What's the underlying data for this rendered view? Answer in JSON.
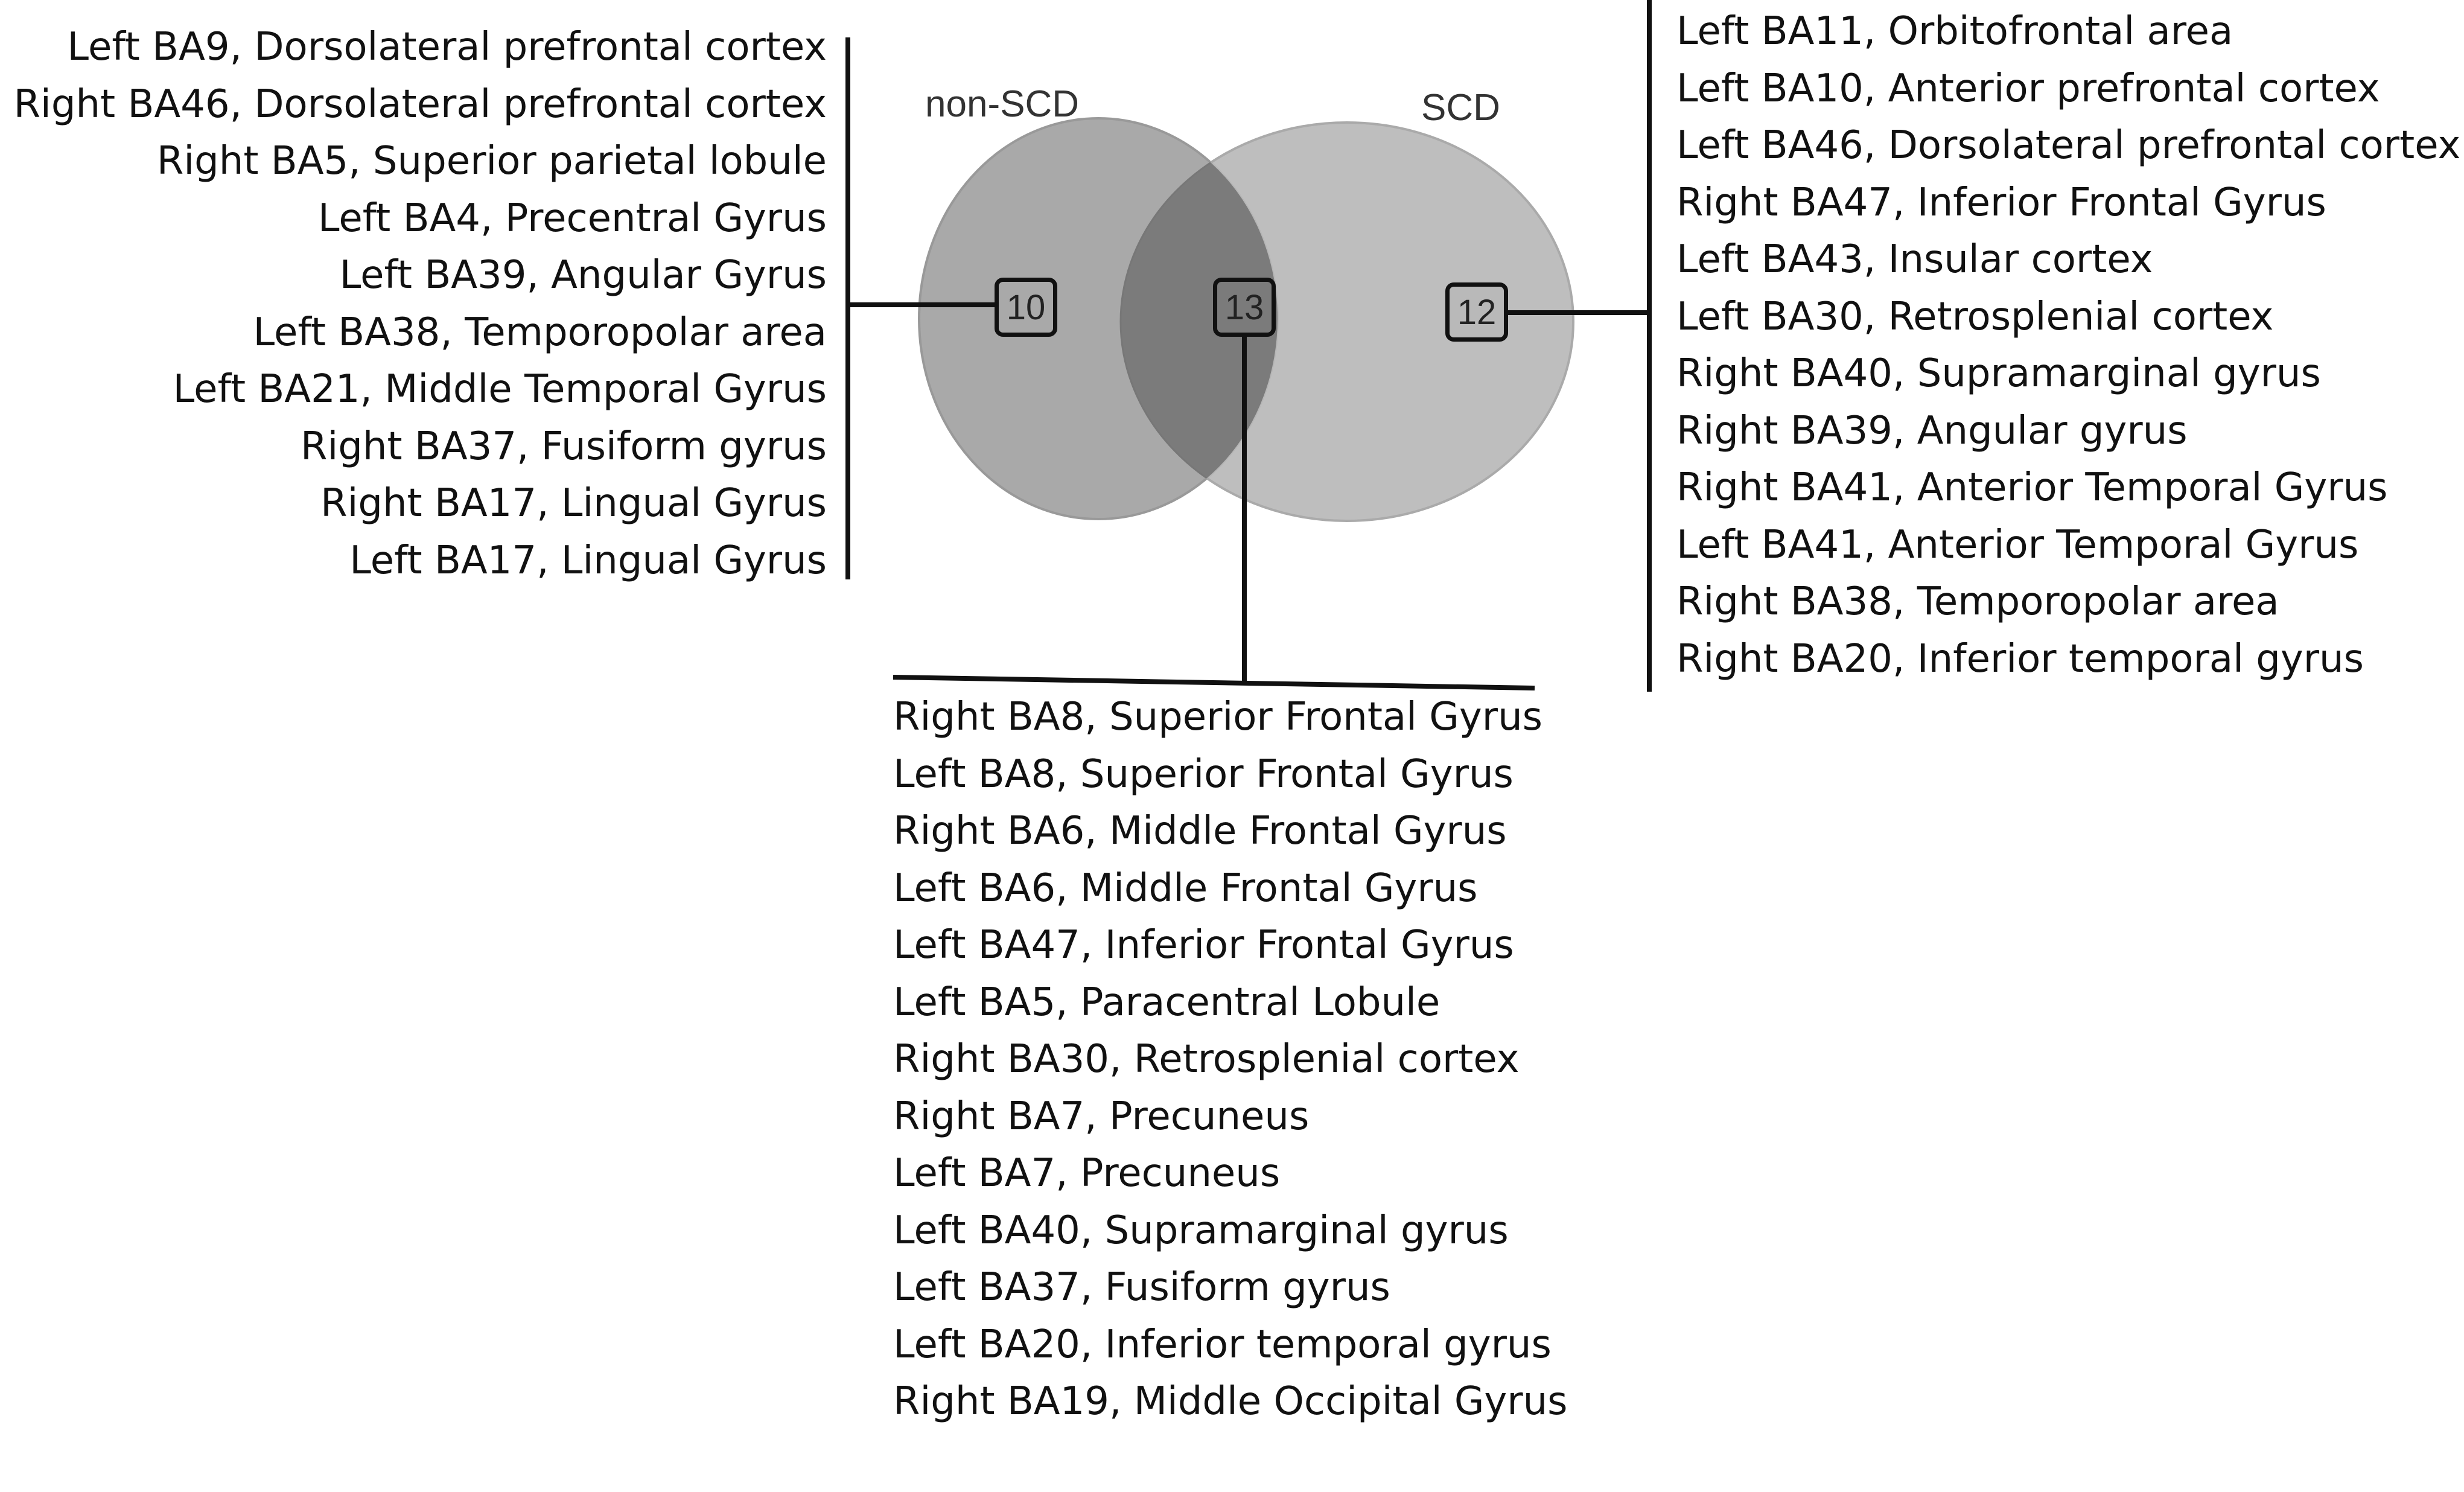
{
  "venn": {
    "left_set": {
      "name": "non-SCD",
      "count": "10",
      "color": "#a9a9a9",
      "regions": [
        "Left BA9, Dorsolateral prefrontal cortex",
        "Right BA46, Dorsolateral prefrontal cortex",
        "Right BA5, Superior parietal lobule",
        "Left BA4, Precentral Gyrus",
        "Left BA39, Angular Gyrus",
        "Left BA38, Temporopolar area",
        "Left BA21, Middle Temporal Gyrus",
        "Right BA37, Fusiform gyrus",
        "Right BA17, Lingual Gyrus",
        "Left BA17, Lingual Gyrus"
      ]
    },
    "right_set": {
      "name": "SCD",
      "count": "12",
      "color": "#b9b9b9",
      "regions": [
        "Left BA11, Orbitofrontal area",
        "Left BA10, Anterior prefrontal cortex",
        "Left BA46, Dorsolateral prefrontal cortex",
        "Right BA47, Inferior Frontal Gyrus",
        "Left BA43, Insular cortex",
        "Left BA30, Retrosplenial cortex",
        "Right BA40, Supramarginal gyrus",
        "Right BA39, Angular gyrus",
        "Right BA41, Anterior Temporal Gyrus",
        "Left BA41, Anterior Temporal Gyrus",
        "Right BA38, Temporopolar area",
        "Right BA20, Inferior temporal gyrus"
      ]
    },
    "intersection": {
      "count": "13",
      "color": "#7b7b7b",
      "regions": [
        "Right BA8, Superior Frontal Gyrus",
        "Left BA8, Superior Frontal Gyrus",
        "Right BA6, Middle Frontal Gyrus",
        "Left BA6, Middle Frontal Gyrus",
        "Left BA47, Inferior Frontal Gyrus",
        "Left BA5, Paracentral Lobule",
        "Right BA30, Retrosplenial cortex",
        "Right BA7, Precuneus",
        "Left BA7, Precuneus",
        "Left BA40, Supramarginal gyrus",
        "Left BA37, Fusiform gyrus",
        "Left BA20, Inferior temporal gyrus",
        "Right BA19, Middle Occipital Gyrus"
      ]
    }
  }
}
